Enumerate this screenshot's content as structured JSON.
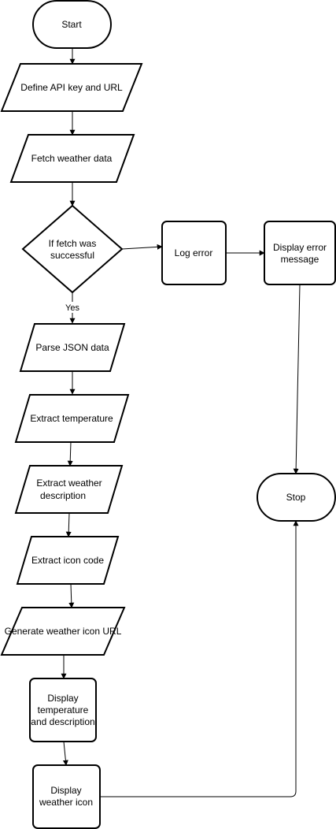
{
  "nodes": {
    "start": "Start",
    "define_api": "Define API key and URL",
    "fetch": "Fetch weather data",
    "decision": [
      "If fetch was",
      "successful"
    ],
    "log_error": "Log error",
    "display_error": [
      "Display error",
      "message"
    ],
    "parse": "Parse JSON data",
    "extract_temp": "Extract temperature",
    "extract_desc": [
      "Extract weather",
      "description"
    ],
    "extract_icon": "Extract icon code",
    "gen_url": "Generate weather icon URL",
    "display_temp": [
      "Display",
      "temperature",
      "and description"
    ],
    "display_icon": [
      "Display",
      "weather icon"
    ],
    "stop": "Stop"
  },
  "edge_labels": {
    "yes": "Yes"
  },
  "colors": {
    "stroke": "#000000",
    "fill": "#ffffff"
  }
}
